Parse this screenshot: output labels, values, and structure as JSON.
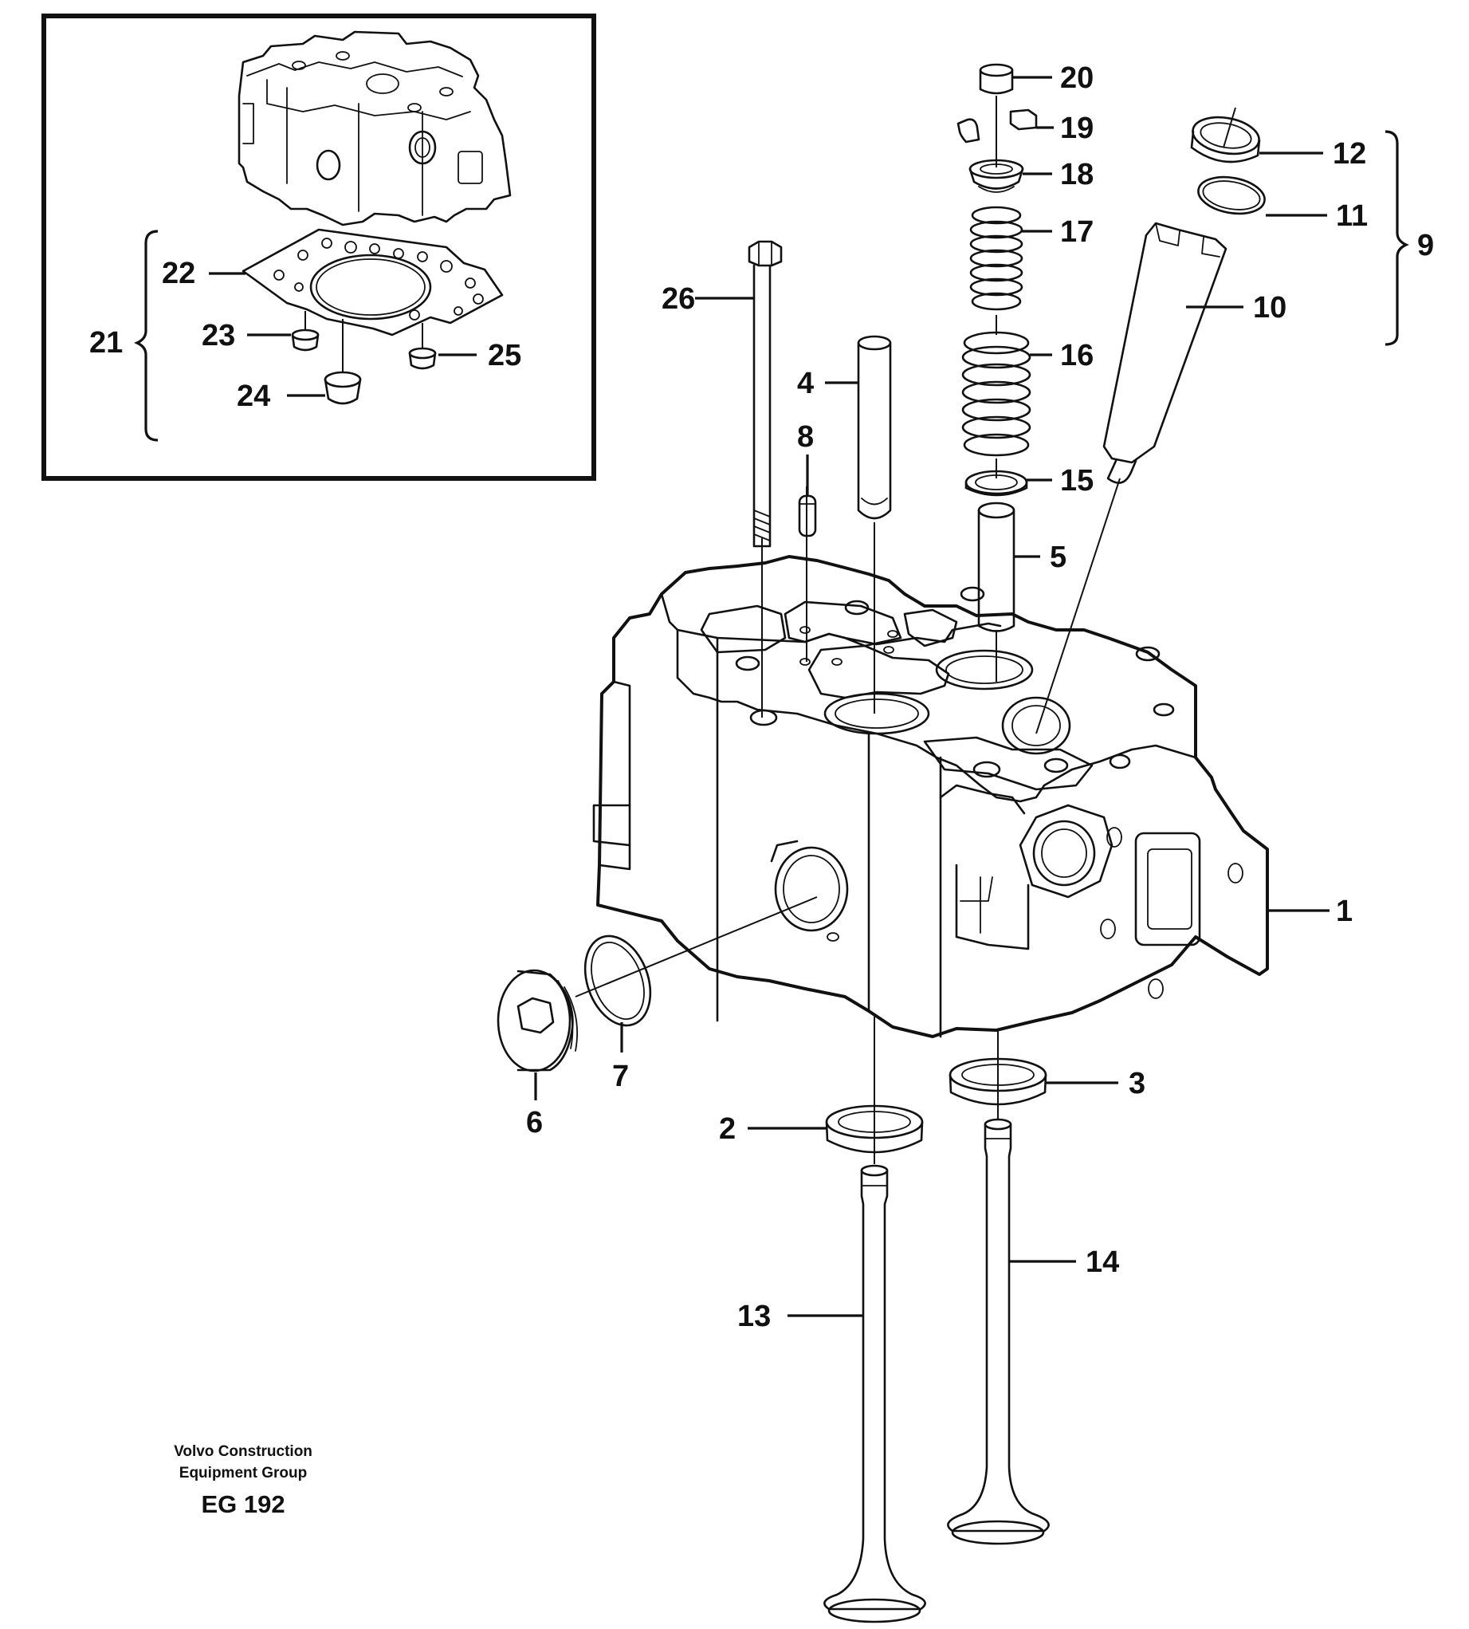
{
  "callouts": {
    "c1": "1",
    "c2": "2",
    "c3": "3",
    "c4": "4",
    "c5": "5",
    "c6": "6",
    "c7": "7",
    "c8": "8",
    "c9": "9",
    "c10": "10",
    "c11": "11",
    "c12": "12",
    "c13": "13",
    "c14": "14",
    "c15": "15",
    "c16": "16",
    "c17": "17",
    "c18": "18",
    "c19": "19",
    "c20": "20",
    "c21": "21",
    "c22": "22",
    "c23": "23",
    "c24": "24",
    "c25": "25",
    "c26": "26"
  },
  "footer": {
    "line1": "Volvo Construction",
    "line2": "Equipment Group",
    "code": "EG 192"
  }
}
